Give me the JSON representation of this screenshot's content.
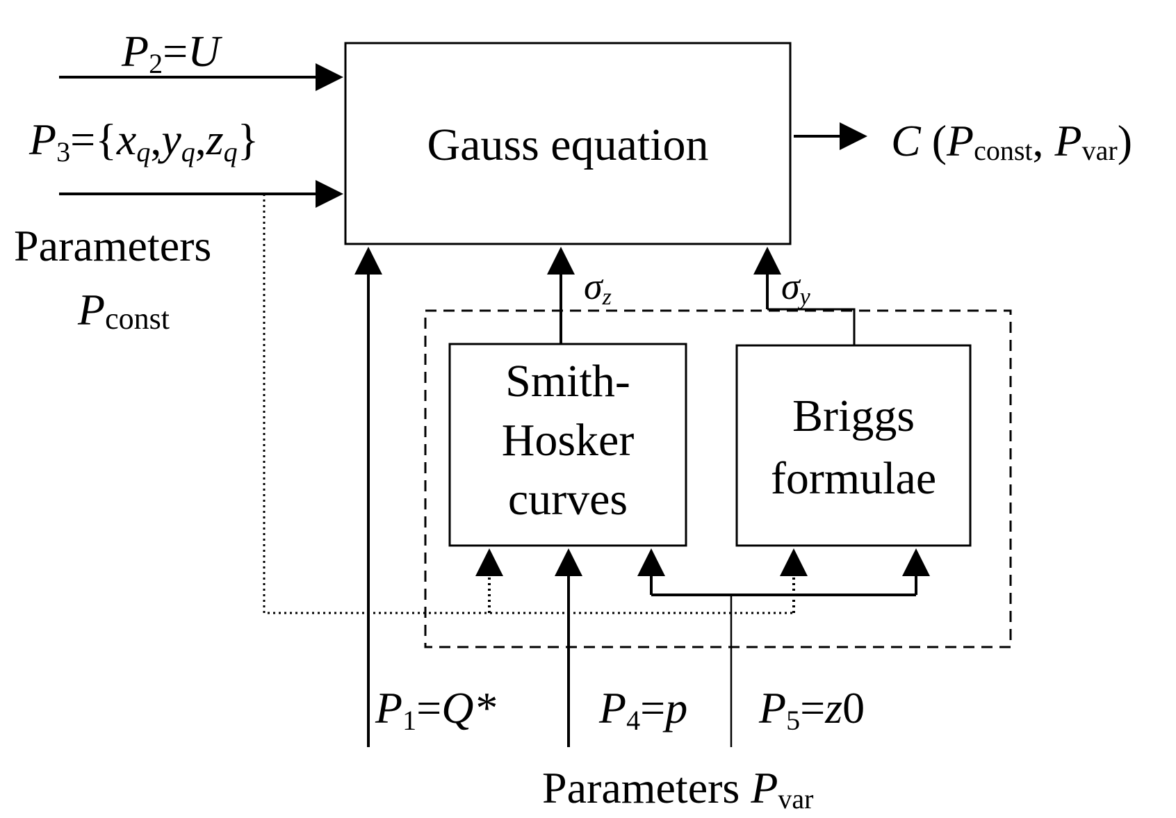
{
  "gauss_box": {
    "label": "Gauss equation"
  },
  "smith_box": {
    "line1": "Smith-",
    "line2": "Hosker",
    "line3": "curves"
  },
  "briggs_box": {
    "line1": "Briggs",
    "line2": "formulae"
  },
  "inputs": {
    "p2": {
      "sym": "P",
      "sub": "2",
      "eq": "=",
      "val": "U"
    },
    "p3": {
      "sym": "P",
      "sub": "3",
      "eq": "={",
      "x": "x",
      "y": "y",
      "z": "z",
      "q": "q",
      "comma": ",",
      "close": "}"
    },
    "const_label": {
      "word": "Parameters",
      "sym": "P",
      "sub": "const"
    }
  },
  "output": {
    "sym": "C",
    "open": " (",
    "p": "P",
    "sub1": "const",
    "comma": ", ",
    "sub2": "var",
    "close": ")"
  },
  "sigmas": {
    "sigma": "σ",
    "z_sub": "z",
    "y_sub": "y"
  },
  "bottom": {
    "p1": {
      "sym": "P",
      "sub": "1",
      "eq": "=",
      "val": "Q*"
    },
    "p4": {
      "sym": "P",
      "sub": "4",
      "eq": "=",
      "val": "p"
    },
    "p5": {
      "sym": "P",
      "sub": "5",
      "eq": "=",
      "val": "z",
      "tail": "0"
    },
    "var_label": {
      "word": "Parameters ",
      "sym": "P",
      "sub": "var"
    }
  }
}
